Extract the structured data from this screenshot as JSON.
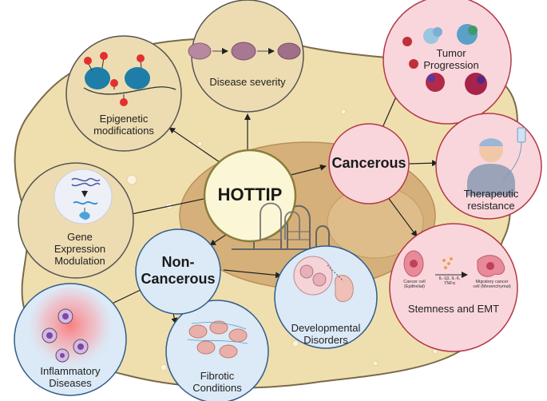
{
  "center": {
    "label": "HOTTIP"
  },
  "categories": {
    "cancerous": "Cancerous",
    "non_cancerous_line1": "Non-",
    "non_cancerous_line2": "Cancerous"
  },
  "mechanisms": {
    "disease_severity": "Disease severity",
    "epigenetic_line1": "Epigenetic",
    "epigenetic_line2": "modifications",
    "gene_line1": "Gene",
    "gene_line2": "Expression",
    "gene_line3": "Modulation"
  },
  "cancer_outcomes": {
    "tumor_line1": "Tumor",
    "tumor_line2": "Progression",
    "therapeutic_line1": "Therapeutic",
    "therapeutic_line2": "resistance",
    "stemness": "Stemness and EMT",
    "emt_cancer_cell_line1": "Cancer cell",
    "emt_cancer_cell_line2": "(Epithelial)",
    "emt_cytokines_line1": "IL-1β, IL-6,",
    "emt_cytokines_line2": "TNFα",
    "emt_migratory_line1": "Migratory cancer",
    "emt_migratory_line2": "cell (Mesenchymal)"
  },
  "noncancer_outcomes": {
    "inflammatory_line1": "Inflammatory",
    "inflammatory_line2": "Diseases",
    "fibrotic_line1": "Fibrotic",
    "fibrotic_line2": "Conditions",
    "developmental_line1": "Developmental",
    "developmental_line2": "Disorders"
  },
  "colors": {
    "cell_body": "#f0dfae",
    "cell_outline": "#7a6a4a",
    "nucleus": "#d6b07a",
    "mechanism_circle": "#eddcb1",
    "cancer_circle": "#f9d6dc",
    "cancer_outline": "#b23a48",
    "noncancer_circle": "#dce9f6",
    "noncancer_outline": "#2f5d8a",
    "center_circle": "#fbf6d6",
    "center_outline": "#8a7d3a"
  }
}
